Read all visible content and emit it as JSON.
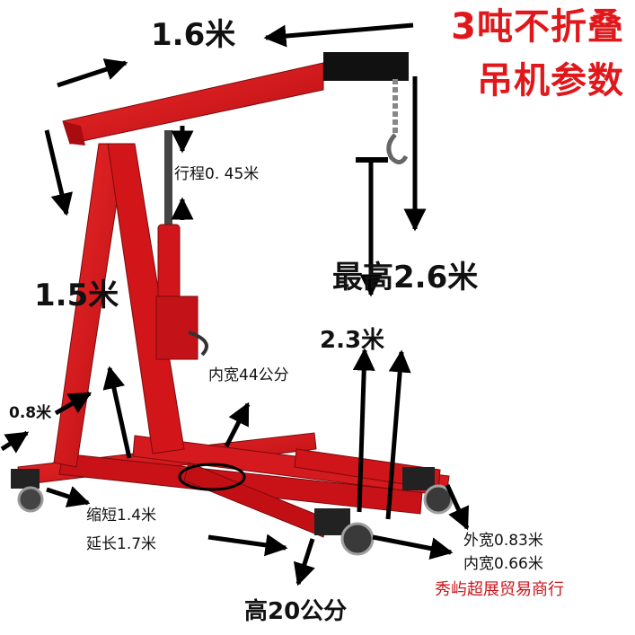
{
  "title_line1": "3吨不折叠",
  "title_line2": "吊机参数",
  "boom_length": "1.6米",
  "stroke": "行程0. 45米",
  "column_height": "1.5米",
  "max_height": "最高2.6米",
  "lift_height": "2.3米",
  "inner_width_cm": "内宽44公分",
  "front_dim": "0.8米",
  "shortened": "缩短1.4米",
  "extended": "延长1.7米",
  "outer_width": "外宽0.83米",
  "inner_width": "内宽0.66米",
  "shop_name": "秀屿超展贸易商行",
  "ground_height": "高20公分",
  "colors": {
    "frame_red": "#d8141a",
    "title_red": "#e0181b",
    "arrow": "#000000"
  }
}
